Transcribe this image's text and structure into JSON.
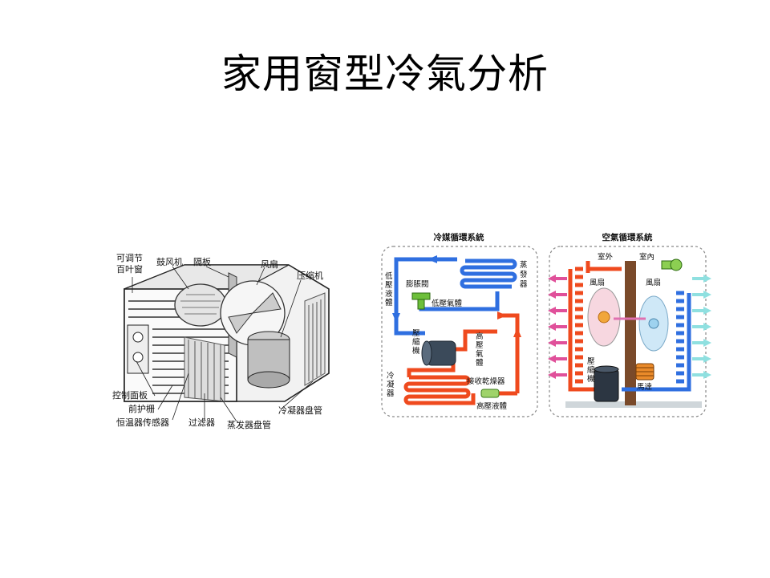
{
  "slide": {
    "title": "家用窗型冷氣分析"
  },
  "left_diagram": {
    "labels": {
      "louver_line1": "可调节",
      "louver_line2": "百叶窗",
      "blower": "鼓风机",
      "partition": "隔板",
      "fan": "风扇",
      "compressor": "压缩机",
      "control_panel": "控制面板",
      "front_grille": "前护栅",
      "thermostat_sensor": "恒温器传感器",
      "filter": "过滤器",
      "evaporator_coil": "蒸发器盘管",
      "condenser_coil": "冷凝器盘管"
    }
  },
  "refrigerant_diagram": {
    "title": "冷媒循環系統",
    "labels": {
      "evaporator": "蒸發器",
      "expansion_valve": "膨脹閥",
      "low_pressure_liquid": "低壓液體",
      "low_pressure_gas": "低壓氣體",
      "compressor": "壓縮機",
      "high_pressure_gas": "高壓氣體",
      "condenser": "冷凝器",
      "receiver_dryer": "接收乾燥器",
      "high_pressure_liquid": "高壓液體"
    },
    "colors": {
      "cold": "#2f6fe0",
      "hot": "#ef4a1e"
    }
  },
  "air_diagram": {
    "title": "空氣循環系統",
    "labels": {
      "outdoor": "室外",
      "indoor": "室內",
      "fan_outdoor": "風扇",
      "fan_indoor": "風扇",
      "compressor": "壓縮機",
      "motor": "馬達"
    },
    "colors": {
      "outflow_arrows": "#e0509a",
      "inflow_arrows": "#8fe0e0",
      "wall": "#7a4a2a"
    }
  }
}
